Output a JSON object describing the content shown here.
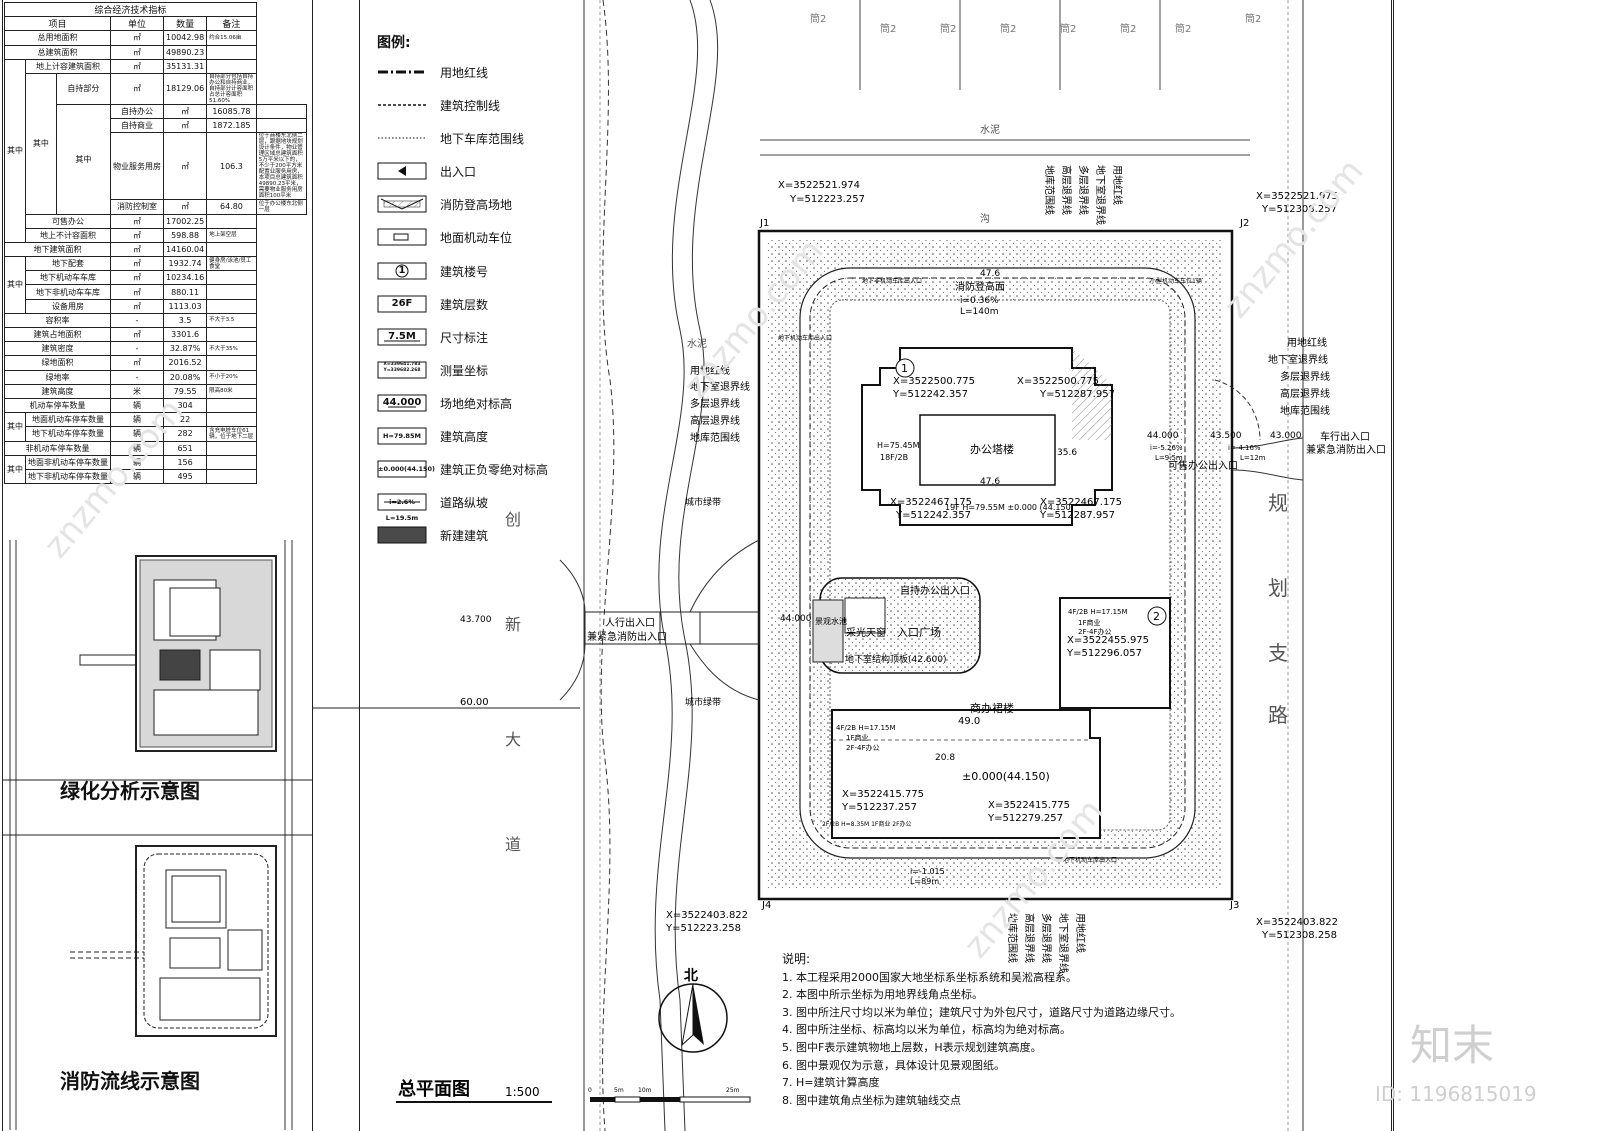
{
  "table": {
    "title": "综合经济技术指标",
    "headers": [
      "项目",
      "单位",
      "数量",
      "备注"
    ],
    "rows": [
      {
        "name": "总用地面积",
        "unit": "㎡",
        "qty": "10042.98",
        "note": "约合15.06亩"
      },
      {
        "name": "总建筑面积",
        "unit": "㎡",
        "qty": "49890.23",
        "note": ""
      },
      {
        "name": "地上计容建筑面积",
        "unit": "㎡",
        "qty": "35131.31",
        "note": ""
      },
      {
        "name": "自持部分",
        "unit": "㎡",
        "qty": "18129.06",
        "note": "自持部分包括自持办公和自持商业，自持部分计容面积占总计容面积51.60%"
      },
      {
        "name": "自持办公",
        "unit": "㎡",
        "qty": "16085.78",
        "note": ""
      },
      {
        "name": "自持商业",
        "unit": "㎡",
        "qty": "1872.185",
        "note": ""
      },
      {
        "name": "物业服务用房",
        "unit": "㎡",
        "qty": "106.3",
        "note": "位于商楼东北侧二层，跟据地块规划设计条件，物业管理区域总建筑面积5万平米以下的，不少于200平方米配置业服务用房，本项目总建筑面积49890.23平米，需要物业服务用房面积100平米"
      },
      {
        "name": "消防控制室",
        "unit": "㎡",
        "qty": "64.80",
        "note": "位于办公楼东北侧一层"
      },
      {
        "name": "可售办公",
        "unit": "㎡",
        "qty": "17002.25",
        "note": ""
      },
      {
        "name": "地上不计容面积",
        "unit": "㎡",
        "qty": "598.88",
        "note": "地上架空层"
      },
      {
        "name": "地下建筑面积",
        "unit": "㎡",
        "qty": "14160.04",
        "note": ""
      },
      {
        "name": "地下配套",
        "unit": "㎡",
        "qty": "1932.74",
        "note": "健身房/泳池/员工食堂"
      },
      {
        "name": "地下机动车车库",
        "unit": "㎡",
        "qty": "10234.16",
        "note": ""
      },
      {
        "name": "地下非机动车车库",
        "unit": "㎡",
        "qty": "880.11",
        "note": ""
      },
      {
        "name": "设备用房",
        "unit": "㎡",
        "qty": "1113.03",
        "note": ""
      },
      {
        "name": "容积率",
        "unit": "-",
        "qty": "3.5",
        "note": "不大于3.5"
      },
      {
        "name": "建筑占地面积",
        "unit": "㎡",
        "qty": "3301.6",
        "note": ""
      },
      {
        "name": "建筑密度",
        "unit": "-",
        "qty": "32.87%",
        "note": "不大于35%"
      },
      {
        "name": "绿地面积",
        "unit": "㎡",
        "qty": "2016.52",
        "note": ""
      },
      {
        "name": "绿地率",
        "unit": "-",
        "qty": "20.08%",
        "note": "不小于20%"
      },
      {
        "name": "建筑高度",
        "unit": "米",
        "qty": "79.55",
        "note": "限高80米"
      },
      {
        "name": "机动车停车数量",
        "unit": "辆",
        "qty": "304",
        "note": ""
      },
      {
        "name": "地面机动车停车数量",
        "unit": "辆",
        "qty": "22",
        "note": ""
      },
      {
        "name": "地下机动车停车数量",
        "unit": "辆",
        "qty": "282",
        "note": "含充电桩车位61辆，位于地下二层"
      },
      {
        "name": "非机动车停车数量",
        "unit": "辆",
        "qty": "651",
        "note": ""
      },
      {
        "name": "地面非机动车停车数量",
        "unit": "辆",
        "qty": "156",
        "note": ""
      },
      {
        "name": "地下非机动车停车数量",
        "unit": "辆",
        "qty": "495",
        "note": ""
      }
    ],
    "group_labels": {
      "qizhong": "其中"
    }
  },
  "legend": {
    "title": "图例:",
    "items": [
      {
        "label": "用地红线",
        "symbol": "line-dashdot"
      },
      {
        "label": "建筑控制线",
        "symbol": "line-dashed"
      },
      {
        "label": "地下车库范围线",
        "symbol": "line-dotted"
      },
      {
        "label": "出入口",
        "symbol": "triangle-box",
        "text": ""
      },
      {
        "label": "消防登高场地",
        "symbol": "hatch-box",
        "text": ""
      },
      {
        "label": "地面机动车位",
        "symbol": "parking-box",
        "text": ""
      },
      {
        "label": "建筑楼号",
        "symbol": "circle-number",
        "text": "1"
      },
      {
        "label": "建筑层数",
        "symbol": "text-box",
        "text": "26F"
      },
      {
        "label": "尺寸标注",
        "symbol": "dim-box",
        "text": "7.5M"
      },
      {
        "label": "测量坐标",
        "symbol": "coord-box",
        "text": "X=339641.783 Y=339682.268"
      },
      {
        "label": "场地绝对标高",
        "symbol": "level-box",
        "text": "44.000"
      },
      {
        "label": "建筑高度",
        "symbol": "text-box",
        "text": "H=79.85M"
      },
      {
        "label": "建筑正负零绝对标高",
        "symbol": "text-box",
        "text": "±0.000(44.150)"
      },
      {
        "label": "道路纵坡",
        "symbol": "slope-box",
        "text": "i=2.6% L=19.5m"
      },
      {
        "label": "新建建筑",
        "symbol": "filled-box",
        "text": ""
      }
    ]
  },
  "insets": {
    "green_title": "绿化分析示意图",
    "fire_title": "消防流线示意图"
  },
  "plan": {
    "title": "总平面图",
    "scale": "1:500",
    "north": "北",
    "scale_ticks": [
      "0",
      "5m",
      "10m",
      "25m"
    ],
    "roads": {
      "left": [
        "创",
        "新",
        "大",
        "道"
      ],
      "right": [
        "规",
        "划",
        "支",
        "路"
      ],
      "left_width": "60.00"
    },
    "corners": [
      {
        "id": "J1",
        "x": "X=3522521.974",
        "y": "Y=512223.257"
      },
      {
        "id": "J2",
        "x": "X=3522521.975",
        "y": "Y=512308.257"
      },
      {
        "id": "J3",
        "x": "X=3522403.822",
        "y": "Y=512308.258"
      },
      {
        "id": "J4",
        "x": "X=3522403.822",
        "y": "Y=512223.258"
      }
    ],
    "tower": {
      "label": "办公塔楼",
      "number": "1",
      "height": "H=75.45M",
      "floors": "18F/2B",
      "coord_nw_x": "X=3522500.775",
      "coord_nw_y": "Y=512242.357",
      "coord_ne_x": "X=3522500.775",
      "coord_ne_y": "Y=512287.957",
      "coord_sw_x": "X=3522467.175",
      "coord_sw_y": "Y=512242.357",
      "coord_se_x": "X=3522467.175",
      "coord_se_y": "Y=512287.957",
      "zero": "19F H=79.55M ±0.000 (44.150)",
      "width": "47.6",
      "depth": "35.6"
    },
    "bldg2": {
      "number": "2",
      "info": "4F/2B H=17.15M",
      "use1": "1F商业",
      "use2": "2F-4F办公",
      "x": "X=3522455.975",
      "y": "Y=512296.057"
    },
    "commercial": {
      "label": "商办裙楼",
      "width": "49.0",
      "zero": "±0.000(44.150)",
      "info_l": "4F/2B H=17.15M",
      "use_l": "1F商业",
      "use_l2": "2F-4F办公",
      "coord_l_x": "X=3522415.775",
      "coord_l_y": "Y=512237.257",
      "coord_r_x": "X=3522415.775",
      "coord_r_y": "Y=512279.257",
      "depth": "20.8",
      "low": "2F/2B H=8.35M 1F商业 2F办公"
    },
    "plaza": {
      "label": "入口广场",
      "skylight": "采光天窗",
      "pool": "景观水池",
      "roof": "地下室结构顶板(42.600)",
      "entry": "自持办公出入口"
    },
    "labels": {
      "fire_top": "消防登高面",
      "slope_top": "i=0.36%",
      "len_top": "L=140m",
      "dim_top": "47.6",
      "bike_top": "地下非机动车库出入口",
      "car_top": "小型机动车车位1辆",
      "car_ramp": "地下机动车库出入口",
      "green_belt": "城市绿带",
      "green_belt2": "城市绿带",
      "ped_entry": "人行出入口",
      "fire_entry": "兼紧急消防出入口",
      "car_entry": "车行出入口",
      "car_entry2": "兼紧急消防出入口",
      "sale_entry": "可售办公出入口",
      "elev_left": "43.700",
      "elev_mid": "44.000",
      "elev_right": "44.000",
      "elev_right2": "43.500",
      "elev_right3": "43.000",
      "slope_right": "i=-5.26%",
      "slope_right2": "i=-4.16%",
      "len_right": "L=9.5m",
      "len_right2": "L=12m",
      "slope_bottom": "i=-1.015",
      "len_bottom": "L=89m",
      "cement": "水泥",
      "cement2": "水泥",
      "canal": "沟",
      "fire_bottom": "地下机动车库出入口",
      "lines_left": [
        "用地红线",
        "地下室退界线",
        "多层退界线",
        "高层退界线",
        "地库范围线"
      ],
      "lines_right": [
        "用地红线",
        "地下室退界线",
        "多层退界线",
        "高层退界线",
        "地库范围线"
      ],
      "lines_top": [
        "用地红线",
        "地下室退界线",
        "多层退界线",
        "高层退界线",
        "地库范围线"
      ],
      "lines_bottom": [
        "地库范围线",
        "高层退界线",
        "多层退界线",
        "地下室退界线",
        "用地红线"
      ]
    }
  },
  "notes": {
    "title": "说明:",
    "items": [
      "1. 本工程采用2000国家大地坐标系坐标系统和吴淞高程系。",
      "2. 本图中所示坐标为用地界线角点坐标。",
      "3. 图中所注尺寸均以米为单位；建筑尺寸为外包尺寸，道路尺寸为道路边缘尺寸。",
      "4. 图中所注坐标、标高均以米为单位，标高均为绝对标高。",
      "5. 图中F表示建筑物地上层数，H表示规划建筑高度。",
      "6. 图中景观仅为示意，具体设计见景观图纸。",
      "7. H=建筑计算高度",
      "8. 图中建筑角点坐标为建筑轴线交点"
    ]
  },
  "watermark": {
    "logo": "知末",
    "id": "ID: 1196815019",
    "site": "znzmo.com"
  },
  "colors": {
    "ink": "#111111",
    "hatch": "#555555",
    "fill": "#4a4a4a",
    "water": "#bbbbbb"
  }
}
